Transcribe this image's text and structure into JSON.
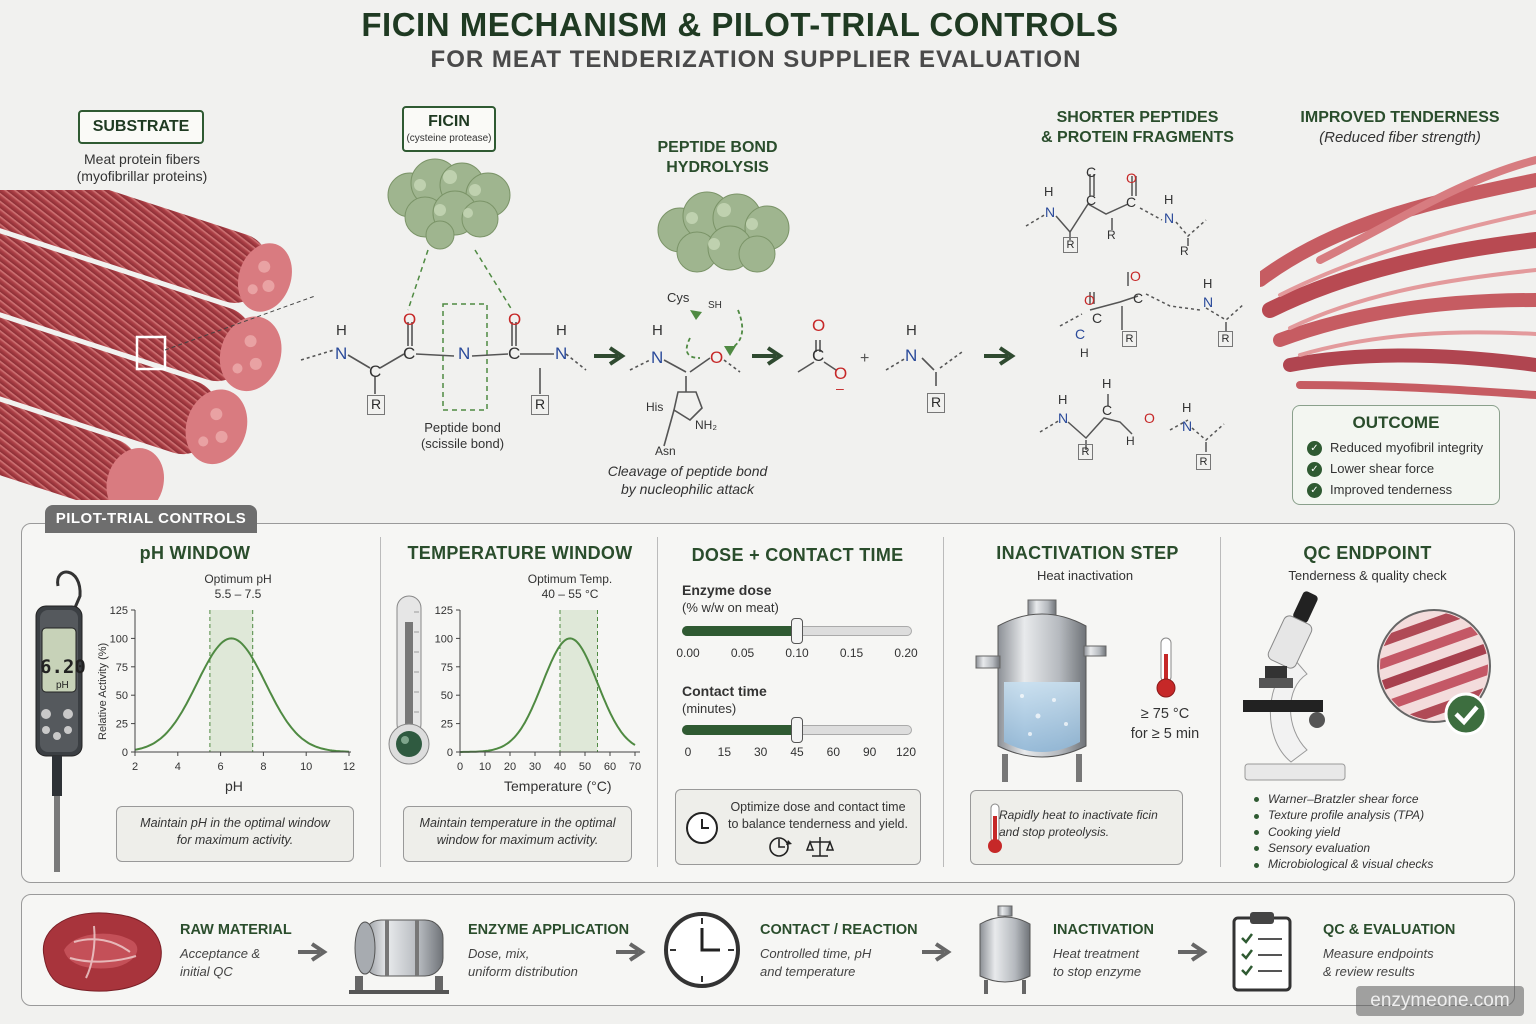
{
  "header": {
    "title": "FICIN MECHANISM & PILOT-TRIAL CONTROLS",
    "subtitle": "FOR MEAT TENDERIZATION SUPPLIER EVALUATION"
  },
  "mechanism": {
    "substrate": {
      "label": "SUBSTRATE",
      "desc1": "Meat protein fibers",
      "desc2": "(myofibrillar proteins)"
    },
    "ficin": {
      "label": "FICIN",
      "sub": "(cysteine protease)"
    },
    "peptide_bond": {
      "line1": "Peptide bond",
      "line2": "(scissile bond)"
    },
    "hydrolysis": {
      "line1": "PEPTIDE BOND",
      "line2": "HYDROLYSIS",
      "caption1": "Cleavage of peptide bond",
      "caption2": "by nucleophilic attack",
      "cys": "Cys",
      "sh": "SH",
      "his": "His",
      "asn": "Asn",
      "nh2": "NH₂"
    },
    "products": {
      "line1": "SHORTER PEPTIDES",
      "line2": "& PROTEIN FRAGMENTS"
    },
    "tenderness": {
      "line1": "IMPROVED TENDERNESS",
      "line2": "(Reduced fiber strength)"
    },
    "outcome": {
      "title": "OUTCOME",
      "items": [
        "Reduced myofibril integrity",
        "Lower shear force",
        "Improved tenderness"
      ]
    },
    "atoms": {
      "H": "H",
      "N": "N",
      "C": "C",
      "O": "O",
      "R": "R",
      "plus": "+",
      "minus": "–"
    }
  },
  "controls": {
    "tab": "PILOT-TRIAL CONTROLS",
    "ph": {
      "title": "pH WINDOW",
      "opt1": "Optimum pH",
      "opt2": "5.5 – 7.5",
      "meter": "6.20",
      "meter_unit": "pH",
      "ylabel": "Relative Activity (%)",
      "xlabel": "pH",
      "yticks": [
        "125",
        "100",
        "75",
        "50",
        "25",
        "0"
      ],
      "xticks": [
        "2",
        "4",
        "6",
        "8",
        "10",
        "12"
      ],
      "note1": "Maintain pH in the optimal window",
      "note2": "for maximum activity."
    },
    "temp": {
      "title": "TEMPERATURE WINDOW",
      "opt1": "Optimum Temp.",
      "opt2": "40 – 55 °C",
      "xlabel": "Temperature (°C)",
      "yticks": [
        "125",
        "100",
        "75",
        "50",
        "25",
        "0"
      ],
      "xticks": [
        "0",
        "10",
        "20",
        "30",
        "40",
        "50",
        "60",
        "70"
      ],
      "note1": "Maintain temperature in the optimal",
      "note2": "window for maximum activity."
    },
    "dose": {
      "title": "DOSE + CONTACT TIME",
      "enzyme_label": "Enzyme dose",
      "enzyme_unit": "(% w/w on meat)",
      "enzyme_ticks": [
        "0.00",
        "0.05",
        "0.10",
        "0.15",
        "0.20"
      ],
      "enzyme_value": 0.1,
      "time_label": "Contact time",
      "time_unit": "(minutes)",
      "time_ticks": [
        "0",
        "15",
        "30",
        "45",
        "60",
        "90",
        "120"
      ],
      "time_value": 45,
      "note1": "Optimize dose and contact time",
      "note2": "to balance tenderness and yield."
    },
    "inact": {
      "title": "INACTIVATION STEP",
      "sub": "Heat inactivation",
      "cond1": "≥ 75 °C",
      "cond2": "for ≥ 5 min",
      "note1": "Rapidly heat to inactivate ficin",
      "note2": "and stop proteolysis."
    },
    "qc": {
      "title": "QC ENDPOINT",
      "sub": "Tenderness & quality check",
      "items": [
        "Warner–Bratzler shear force",
        "Texture profile analysis (TPA)",
        "Cooking yield",
        "Sensory evaluation",
        "Microbiological & visual checks"
      ]
    }
  },
  "flow": [
    {
      "title": "RAW MATERIAL",
      "line1": "Acceptance &",
      "line2": "initial QC"
    },
    {
      "title": "ENZYME APPLICATION",
      "line1": "Dose, mix,",
      "line2": "uniform distribution"
    },
    {
      "title": "CONTACT / REACTION",
      "line1": "Controlled time, pH",
      "line2": "and temperature"
    },
    {
      "title": "INACTIVATION",
      "line1": "Heat treatment",
      "line2": "to stop enzyme"
    },
    {
      "title": "QC & EVALUATION",
      "line1": "Measure endpoints",
      "line2": "& review results"
    }
  ],
  "watermark": "enzymeone.com",
  "colors": {
    "green": "#2f5a32",
    "curve": "#4f8a42",
    "meat": "#b8454a",
    "band": "#dfe8d8"
  }
}
